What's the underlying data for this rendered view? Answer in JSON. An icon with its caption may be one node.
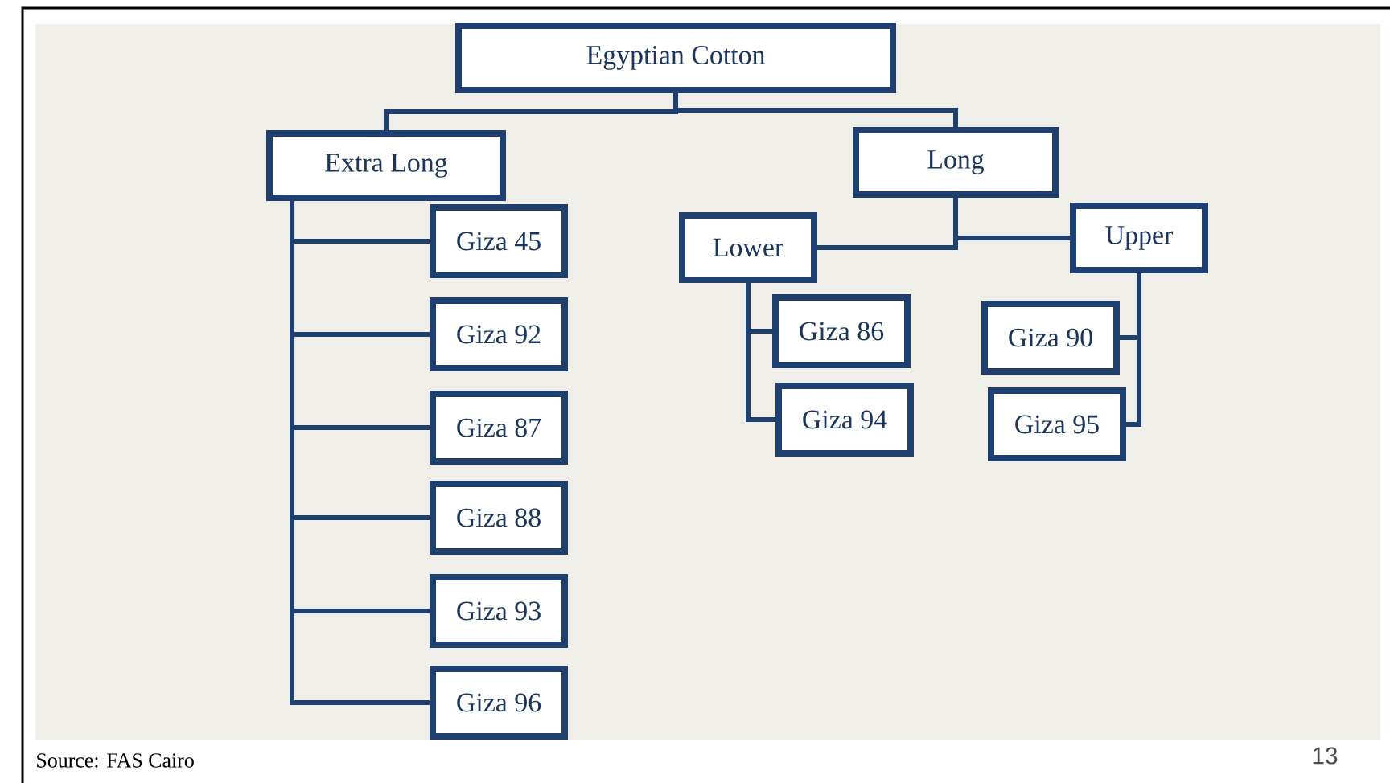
{
  "diagram": {
    "nodes": [
      {
        "text": [
          "Egyptian Cotton"
        ]
      },
      {
        "text": [
          "Extra Long"
        ]
      },
      {
        "text": [
          "Long"
        ]
      },
      {
        "text": [
          "Giza 45"
        ]
      },
      {
        "text": [
          "Giza 92"
        ]
      },
      {
        "text": [
          "Giza 87"
        ]
      },
      {
        "text": [
          "Giza 88"
        ]
      },
      {
        "text": [
          "Giza 93"
        ]
      },
      {
        "text": [
          "Giza 96"
        ]
      },
      {
        "text": [
          "Lower"
        ]
      },
      {
        "text": [
          "Upper"
        ]
      },
      {
        "text": [
          "Giza 86"
        ]
      },
      {
        "text": [
          "Giza 94"
        ]
      },
      {
        "text": [
          "Giza 90"
        ]
      },
      {
        "text": [
          "Giza 95"
        ]
      }
    ],
    "edges": [
      {
        "from": 0,
        "to": 1,
        "arrow": "none"
      },
      {
        "from": 0,
        "to": 2,
        "arrow": "none"
      },
      {
        "from": 1,
        "to": 3,
        "arrow": "none"
      },
      {
        "from": 1,
        "to": 4,
        "arrow": "none"
      },
      {
        "from": 1,
        "to": 5,
        "arrow": "none"
      },
      {
        "from": 1,
        "to": 6,
        "arrow": "none"
      },
      {
        "from": 1,
        "to": 7,
        "arrow": "none"
      },
      {
        "from": 1,
        "to": 8,
        "arrow": "none"
      },
      {
        "from": 2,
        "to": 9,
        "arrow": "none"
      },
      {
        "from": 2,
        "to": 10,
        "arrow": "none"
      },
      {
        "from": 9,
        "to": 11,
        "arrow": "none"
      },
      {
        "from": 9,
        "to": 12,
        "arrow": "none"
      },
      {
        "from": 10,
        "to": 13,
        "arrow": "none"
      },
      {
        "from": 10,
        "to": 14,
        "arrow": "none"
      }
    ],
    "labels": [
      "Source: FAS Cairo",
      "13"
    ]
  }
}
